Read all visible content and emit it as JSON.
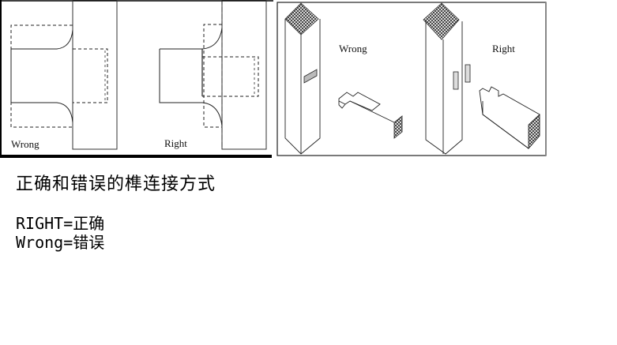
{
  "left_figure": {
    "wrong_label": "Wrong",
    "right_label": "Right"
  },
  "right_figure": {
    "wrong_label": "Wrong",
    "right_label": "Right"
  },
  "caption": {
    "title": "正确和错误的榫连接方式",
    "legend": [
      "RIGHT=正确",
      "Wrong=错误"
    ]
  }
}
